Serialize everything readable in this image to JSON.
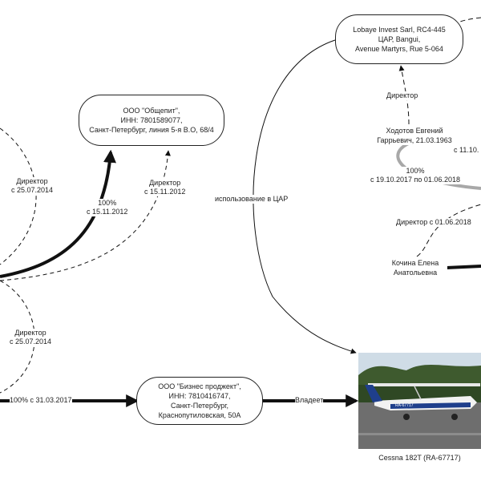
{
  "nodes": {
    "obshchepit": "ООО \"Общепит\",\nИНН: 7801589077,\nСанкт-Петербург, линия 5-я В.О, 68/4",
    "lobaye": "Lobaye Invest Sarl, RC4-445\nЦАР, Bangui,\nAvenue Martyrs, Rue 5-064",
    "khodotov": "Ходотов Евгений\nГаррьевич, 21.03.1963",
    "kochina": "Кочина Елена\nАнатольевна",
    "biznes": "ООО \"Бизнес проджект\",\nИНН: 7810416747,\nСанкт-Петербург,\nКраснопутиловская, 50А"
  },
  "edges": {
    "director_top_left": "Директор\nс 25.07.2014",
    "share_100_2012": "100%\nс 15.11.2012",
    "director_2012": "Директор\nс 15.11.2012",
    "director_lobaye": "Директор",
    "usage_car": "использование в ЦАР",
    "partial_date": "с 11.10.",
    "share_100_2017_2018": "100%\nс 19.10.2017 по 01.06.2018",
    "director_2018": "Директор с 01.06.2018",
    "director_bottom_left": "Директор\nс 25.07.2014",
    "share_100_2017": "100% с 31.03.2017",
    "owns": "Владеет"
  },
  "photo": {
    "caption": "Cessna 182T (RA-67717)",
    "registration": "RA-67717"
  },
  "colors": {
    "line": "#111111",
    "grey_line": "#a8a8a8",
    "sky": "#cfdce6",
    "trees": "#3e5a2e",
    "tarmac": "#6e6e6e",
    "plane_blue": "#1f3f8c"
  }
}
